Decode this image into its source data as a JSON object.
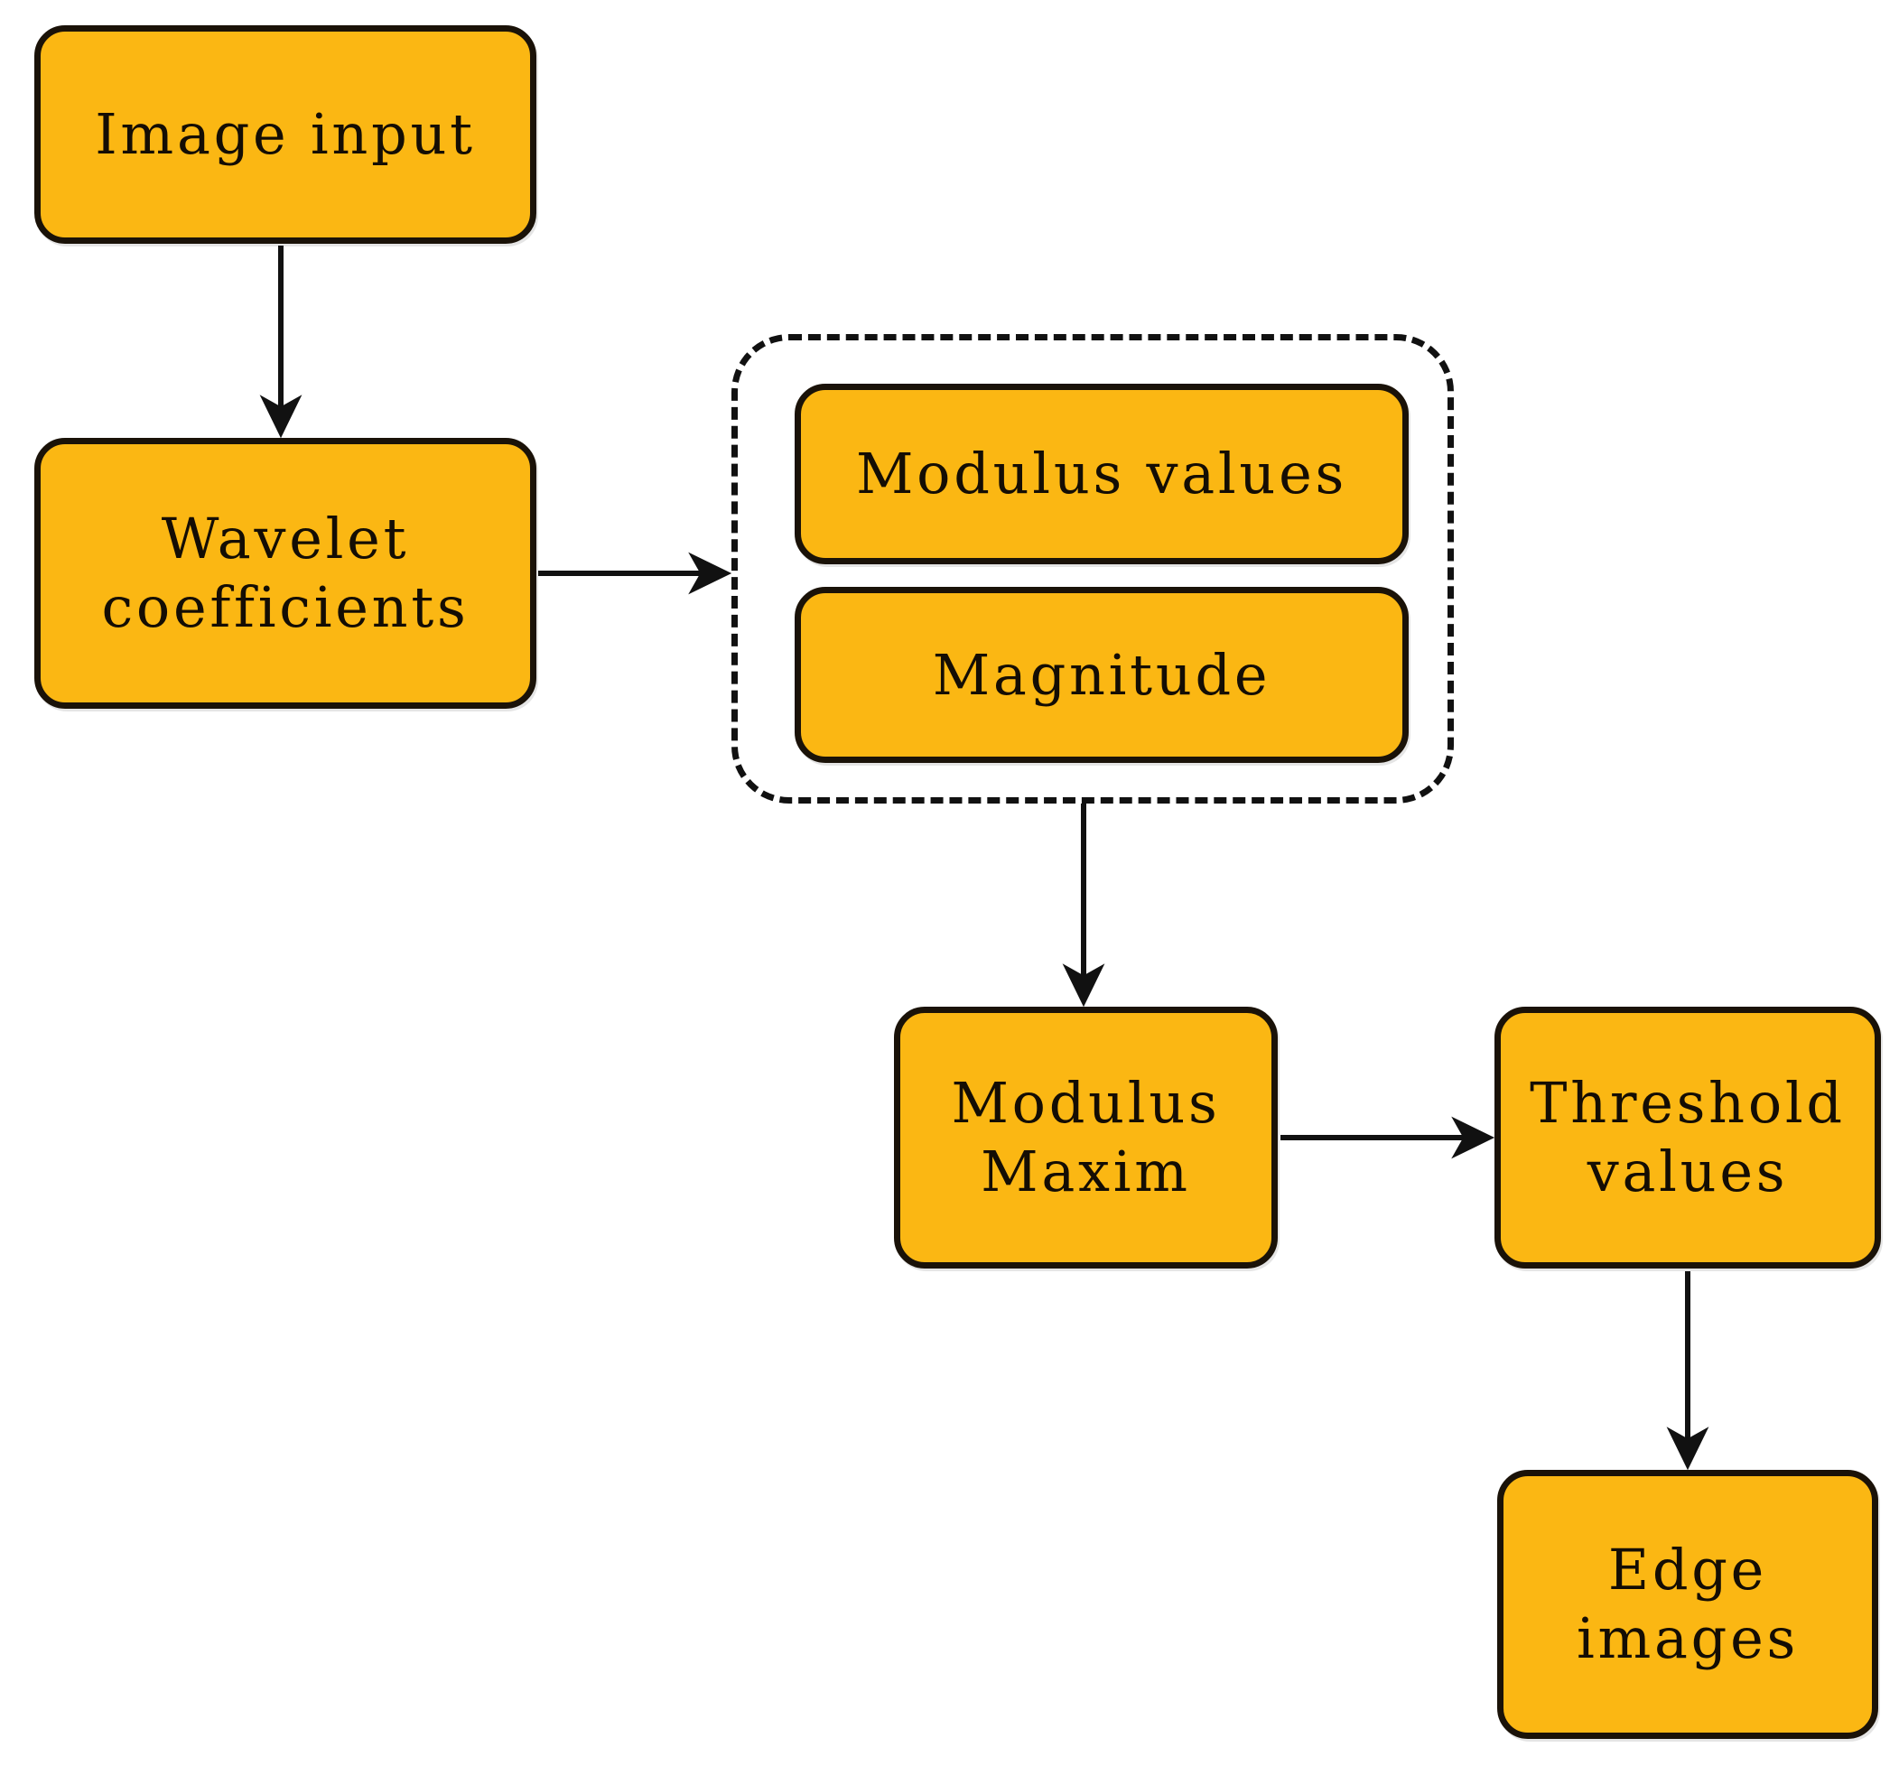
{
  "diagram": {
    "title": "Wavelet modulus maxima edge detection flowchart",
    "type": "flowchart",
    "palette": {
      "node_fill": "#FBB713",
      "node_stroke": "#1a1208",
      "edge_stroke": "#111111",
      "group_stroke": "#111111",
      "background": "#ffffff",
      "text": "#140d04"
    },
    "nodes": [
      {
        "id": "image-input",
        "label": "Image input"
      },
      {
        "id": "wavelet",
        "label": "Wavelet\ncoefficients"
      },
      {
        "id": "modulus-values",
        "label": "Modulus values"
      },
      {
        "id": "magnitude",
        "label": "Magnitude"
      },
      {
        "id": "modulus-maxim",
        "label": "Modulus\nMaxim"
      },
      {
        "id": "threshold-values",
        "label": "Threshold\nvalues"
      },
      {
        "id": "edge-images",
        "label": "Edge\nimages"
      }
    ],
    "group": {
      "id": "modulus-group",
      "label": "",
      "style": "dashed",
      "contains": [
        "modulus-values",
        "magnitude"
      ]
    },
    "edges": [
      {
        "from": "image-input",
        "to": "wavelet",
        "label": "",
        "direction": "down",
        "style": "solid-arrow"
      },
      {
        "from": "wavelet",
        "to": "modulus-group",
        "label": "",
        "direction": "right",
        "style": "solid-arrow"
      },
      {
        "from": "modulus-group",
        "to": "modulus-maxim",
        "label": "",
        "direction": "down",
        "style": "solid-arrow"
      },
      {
        "from": "modulus-maxim",
        "to": "threshold-values",
        "label": "",
        "direction": "right",
        "style": "solid-arrow"
      },
      {
        "from": "threshold-values",
        "to": "edge-images",
        "label": "",
        "direction": "down",
        "style": "solid-arrow"
      }
    ]
  }
}
